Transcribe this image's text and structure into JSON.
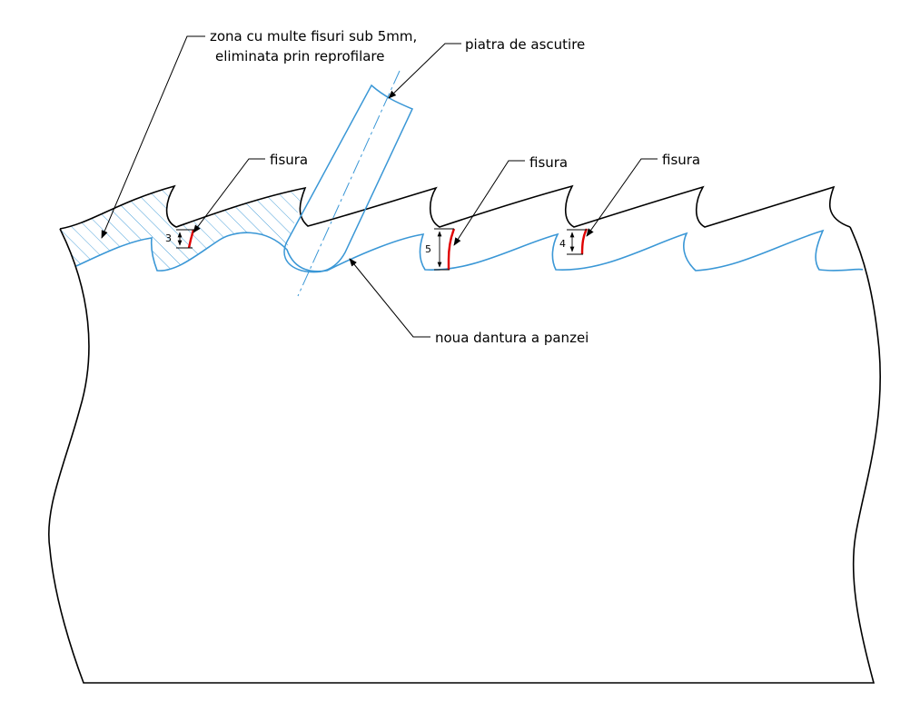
{
  "colors": {
    "outline": "#000000",
    "new_profile": "#3a97d6",
    "crack": "#e00000",
    "hatch": "#3a97d6"
  },
  "labels": {
    "zone_line1": "zona cu multe fisuri sub 5mm,",
    "zone_line2": "eliminata prin reprofilare",
    "stone": "piatra de ascutire",
    "crack_1": "fisura",
    "crack_2": "fisura",
    "crack_3": "fisura",
    "new_teeth": "noua dantura a panzei"
  },
  "dimensions": {
    "crack_1_depth": "3",
    "crack_2_depth": "5",
    "crack_3_depth": "4"
  }
}
